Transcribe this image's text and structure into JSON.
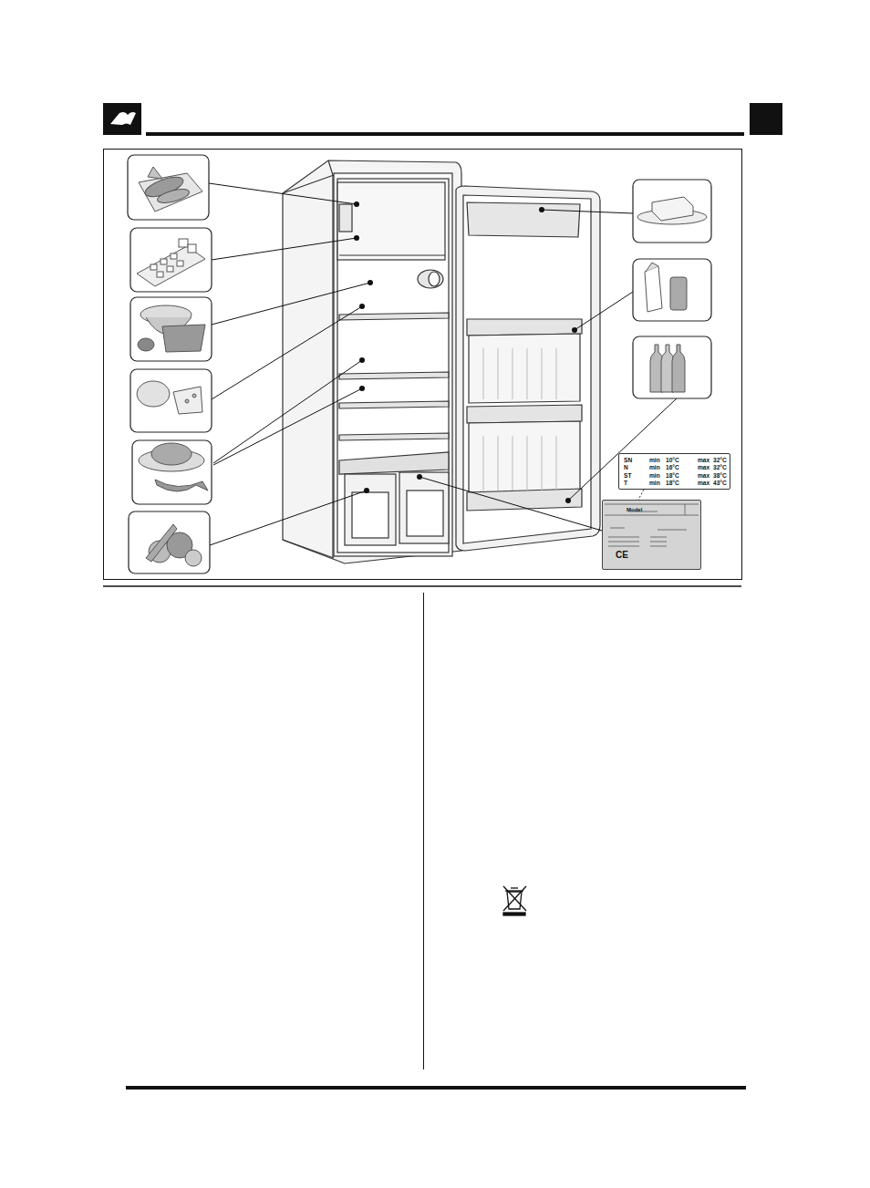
{
  "diagram": {
    "nodes": [
      {
        "text": [
          "SN",
          "min",
          "10°C",
          "max",
          "32°C",
          "N",
          "min",
          "16°C",
          "max",
          "32°C",
          "ST",
          "min",
          "18°C",
          "max",
          "38°C",
          "T",
          "min",
          "18°C",
          "max",
          "43°C"
        ]
      },
      {
        "text": [
          "Model",
          "CE"
        ]
      }
    ],
    "edges": [
      {
        "from": 0,
        "to": 1,
        "arrow": "none"
      }
    ]
  }
}
